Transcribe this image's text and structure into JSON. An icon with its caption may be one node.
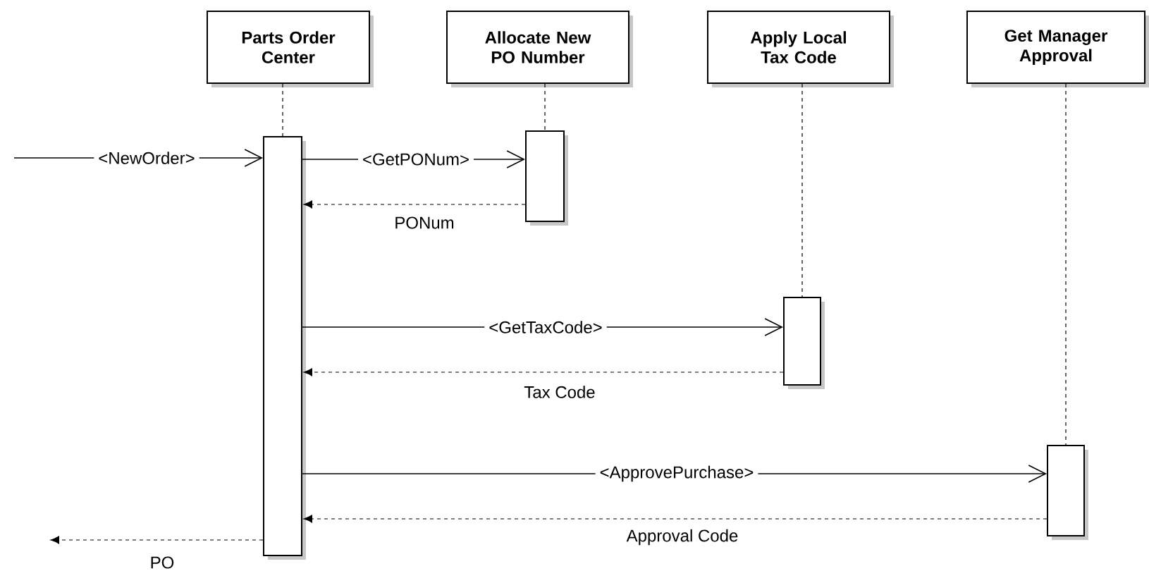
{
  "diagram": {
    "nodes": [
      {
        "text": [
          "Parts Order Center"
        ]
      },
      {
        "text": [
          "Allocate New PO Number"
        ]
      },
      {
        "text": [
          "Apply Local Tax Code"
        ]
      },
      {
        "text": [
          "Get Manager Approval"
        ]
      },
      {
        "text": [],
        "shape": "bar"
      },
      {
        "text": [],
        "shape": "bar"
      },
      {
        "text": [],
        "shape": "bar"
      },
      {
        "text": [],
        "shape": "bar"
      }
    ],
    "edges": [
      {
        "from": 0,
        "to": 4,
        "arrow": "none",
        "style": "dashed"
      },
      {
        "from": 1,
        "to": 5,
        "arrow": "none",
        "style": "dashed"
      },
      {
        "from": 2,
        "to": 6,
        "arrow": "none",
        "style": "dashed"
      },
      {
        "from": 3,
        "to": 7,
        "arrow": "none",
        "style": "dashed"
      },
      {
        "from": null,
        "to": 4,
        "arrow": "to",
        "label": "<NewOrder>"
      },
      {
        "from": 4,
        "to": 5,
        "arrow": "to",
        "label": "<GetPONum>"
      },
      {
        "from": 5,
        "to": 4,
        "arrow": "to",
        "label": "PONum",
        "style": "dashed"
      },
      {
        "from": 4,
        "to": 6,
        "arrow": "to",
        "label": "<GetTaxCode>"
      },
      {
        "from": 6,
        "to": 4,
        "arrow": "to",
        "label": "Tax Code",
        "style": "dashed"
      },
      {
        "from": 4,
        "to": 7,
        "arrow": "to",
        "label": "<ApprovePurchase>"
      },
      {
        "from": 7,
        "to": 4,
        "arrow": "to",
        "label": "Approval Code",
        "style": "dashed"
      },
      {
        "from": 4,
        "to": null,
        "arrow": "to",
        "label": "PO",
        "style": "dashed"
      }
    ]
  }
}
